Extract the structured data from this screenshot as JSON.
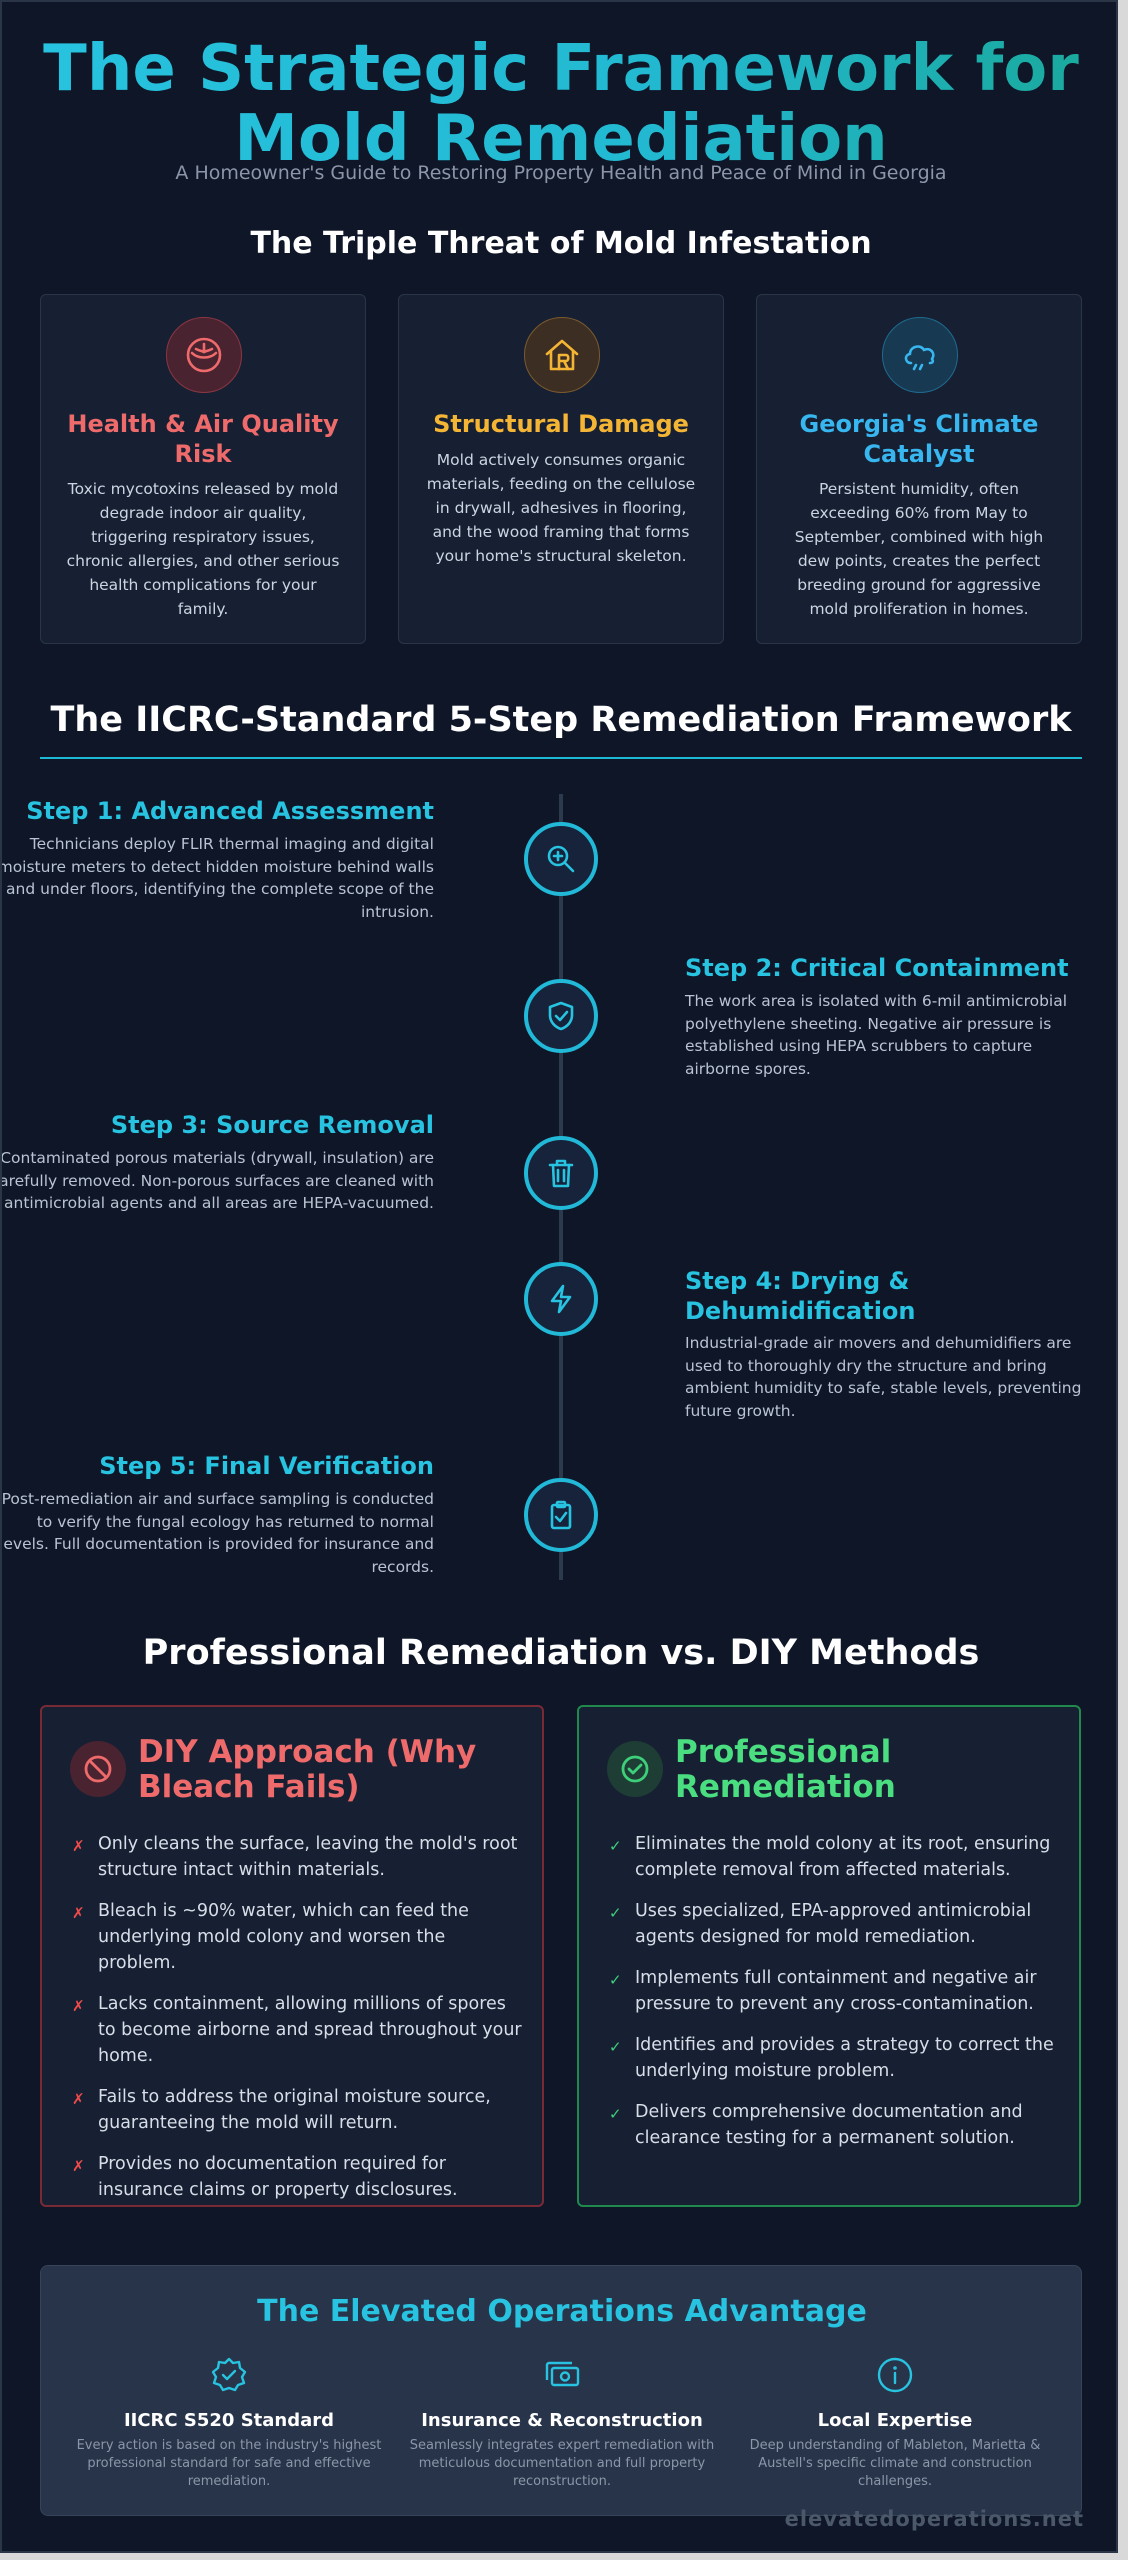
{
  "header": {
    "title": "The Strategic Framework for Mold Remediation",
    "subtitle": "A Homeowner's Guide to Restoring Property Health and Peace of Mind in Georgia"
  },
  "threats": {
    "heading": "The Triple Threat of Mold Infestation",
    "cards": [
      {
        "title": "Health & Air Quality Risk",
        "text": "Toxic mycotoxins released by mold degrade indoor air quality, triggering respiratory issues, chronic allergies, and other serious health complications for your family.",
        "icon": "lungs-icon",
        "color": "#ef6b6b"
      },
      {
        "title": "Structural Damage",
        "text": "Mold actively consumes organic materials, feeding on the cellulose in drywall, adhesives in flooring, and the wood framing that forms your home's structural skeleton.",
        "icon": "house-icon",
        "color": "#f5b534"
      },
      {
        "title": "Georgia's Climate Catalyst",
        "text": "Persistent humidity, often exceeding 60% from May to September, combined with high dew points, creates the perfect breeding ground for aggressive mold proliferation in homes.",
        "icon": "cloud-rain-icon",
        "color": "#38b6ef"
      }
    ]
  },
  "framework": {
    "heading": "The IICRC-Standard 5-Step Remediation Framework",
    "steps": [
      {
        "title": "Step 1: Advanced Assessment",
        "text": "Technicians deploy FLIR thermal imaging and digital moisture meters to detect hidden moisture behind walls and under floors, identifying the complete scope of the intrusion.",
        "icon": "search-plus-icon"
      },
      {
        "title": "Step 2: Critical Containment",
        "text": "The work area is isolated with 6-mil antimicrobial polyethylene sheeting. Negative air pressure is established using HEPA scrubbers to capture airborne spores.",
        "icon": "shield-check-icon"
      },
      {
        "title": "Step 3: Source Removal",
        "text": "Contaminated porous materials (drywall, insulation) are carefully removed. Non-porous surfaces are cleaned with antimicrobial agents and all areas are HEPA-vacuumed.",
        "icon": "trash-icon"
      },
      {
        "title": "Step 4: Drying & Dehumidification",
        "text": "Industrial-grade air movers and dehumidifiers are used to thoroughly dry the structure and bring ambient humidity to safe, stable levels, preventing future growth.",
        "icon": "lightning-icon"
      },
      {
        "title": "Step 5: Final Verification",
        "text": "Post-remediation air and surface sampling is conducted to verify the fungal ecology has returned to normal levels. Full documentation is provided for insurance and records.",
        "icon": "clipboard-check-icon"
      }
    ]
  },
  "comparison": {
    "heading": "Professional Remediation vs. DIY Methods",
    "diy": {
      "title": "DIY Approach (Why Bleach Fails)",
      "mark": "✗",
      "items": [
        "Only cleans the surface, leaving the mold's root structure intact within materials.",
        "Bleach is ~90% water, which can feed the underlying mold colony and worsen the problem.",
        "Lacks containment, allowing millions of spores to become airborne and spread throughout your home.",
        "Fails to address the original moisture source, guaranteeing the mold will return.",
        "Provides no documentation required for insurance claims or property disclosures."
      ]
    },
    "pro": {
      "title": "Professional Remediation",
      "mark": "✓",
      "items": [
        "Eliminates the mold colony at its root, ensuring complete removal from affected materials.",
        "Uses specialized, EPA-approved antimicrobial agents designed for mold remediation.",
        "Implements full containment and negative air pressure to prevent any cross-contamination.",
        "Identifies and provides a strategy to correct the underlying moisture problem.",
        "Delivers comprehensive documentation and clearance testing for a permanent solution."
      ]
    }
  },
  "advantage": {
    "heading": "The Elevated Operations Advantage",
    "items": [
      {
        "title": "IICRC S520 Standard",
        "text": "Every action is based on the industry's highest professional standard for safe and effective remediation.",
        "icon": "badge-check-icon"
      },
      {
        "title": "Insurance & Reconstruction",
        "text": "Seamlessly integrates expert remediation with meticulous documentation and full property reconstruction.",
        "icon": "money-stack-icon"
      },
      {
        "title": "Local Expertise",
        "text": "Deep understanding of Mableton, Marietta & Austell's specific climate and construction challenges.",
        "icon": "info-icon"
      }
    ]
  },
  "footer": {
    "url": "elevatedoperations.net"
  }
}
